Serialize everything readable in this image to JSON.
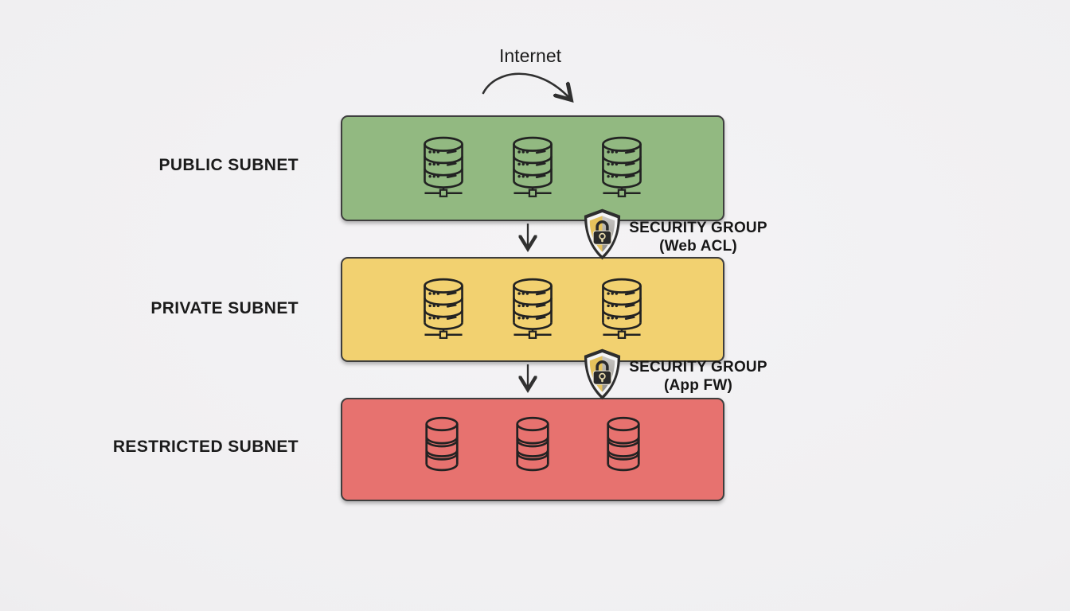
{
  "diagram_title": "network-subnet-tiers",
  "internet": {
    "label": "Internet"
  },
  "subnets": [
    {
      "name": "public",
      "label": "PUBLIC SUBNET",
      "fill": "#92b981",
      "border": "#3e3e3e",
      "icon": "database-server-icon",
      "icon_count": 3
    },
    {
      "name": "private",
      "label": "PRIVATE SUBNET",
      "fill": "#f2d170",
      "border": "#3e3e3e",
      "icon": "database-server-icon",
      "icon_count": 3
    },
    {
      "name": "restricted",
      "label": "RESTRICTED SUBNET",
      "fill": "#e7726f",
      "border": "#3e3e3e",
      "icon": "database-icon",
      "icon_count": 3
    }
  ],
  "security_groups": [
    {
      "title": "SECURITY GROUP",
      "subtitle": "(Web ACL)"
    },
    {
      "title": "SECURITY GROUP",
      "subtitle": "(App FW)"
    }
  ],
  "shield_colors": {
    "left_fill": "#e5c25c",
    "right_fill_top": "#c9c7c4",
    "right_fill_bottom": "#8f8d8a",
    "rim": "#f5f5f5",
    "outline": "#2e2e2e",
    "lock_body": "#2a2a2a",
    "keyhole": "#e6d9ac"
  },
  "arrow_color": "#303030",
  "icon_stroke": "#222222",
  "background_color": "#f0eff1"
}
